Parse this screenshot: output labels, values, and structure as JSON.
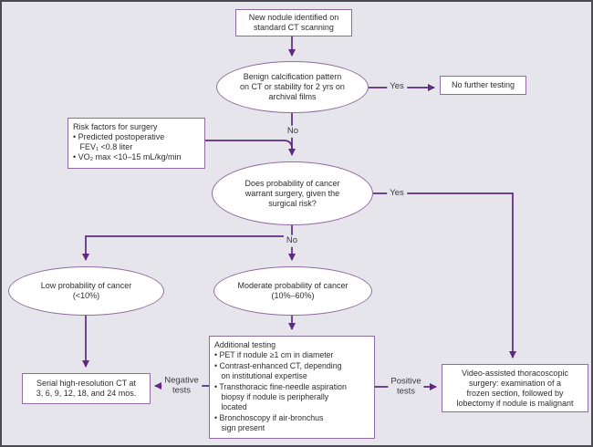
{
  "page": {
    "bg": "#e7e5ec",
    "frame_color": "#4c4a52",
    "line_color": "#5e2b80",
    "node_border_color": "#916b9f"
  },
  "nodes": {
    "new_nodule": {
      "lines": [
        "New nodule identified on",
        "standard CT scanning"
      ]
    },
    "benign": {
      "lines": [
        "Benign calcification pattern",
        "on CT or stability for 2 yrs on",
        "archival films"
      ]
    },
    "no_further": {
      "lines": [
        "No further testing"
      ]
    },
    "risk": {
      "lines": [
        "Risk factors for surgery",
        "• Predicted postoperative",
        "   FEV₁ <0.8 liter",
        "• VO₂ max <10–15 mL/kg/min"
      ]
    },
    "warrant": {
      "lines": [
        "Does probability of cancer",
        "warrant surgery, given the",
        "surgical risk?"
      ]
    },
    "low": {
      "lines": [
        "Low probability of cancer",
        "(<10%)"
      ]
    },
    "moderate": {
      "lines": [
        "Moderate probability of cancer",
        "(10%–60%)"
      ]
    },
    "additional": {
      "lines": [
        "Additional testing",
        "• PET if nodule ≥1 cm in diameter",
        "• Contrast-enhanced CT, depending",
        "   on institutional expertise",
        "• Transthoracic fine-needle aspiration",
        "   biopsy if nodule is peripherally",
        "   located",
        "• Bronchoscopy if air-bronchus",
        "   sign present"
      ]
    },
    "serial": {
      "lines": [
        "Serial high-resolution CT at",
        "3, 6, 9, 12, 18, and 24 mos."
      ]
    },
    "video": {
      "lines": [
        "Video-assisted thoracoscopic",
        "surgery: examination of a",
        "frozen section, followed by",
        "lobectomy if nodule is malignant"
      ]
    }
  },
  "labels": {
    "yes1": "Yes",
    "no1": "No",
    "yes2": "Yes",
    "no2": "No",
    "negative": "Negative\ntests",
    "positive": "Positive\ntests"
  }
}
